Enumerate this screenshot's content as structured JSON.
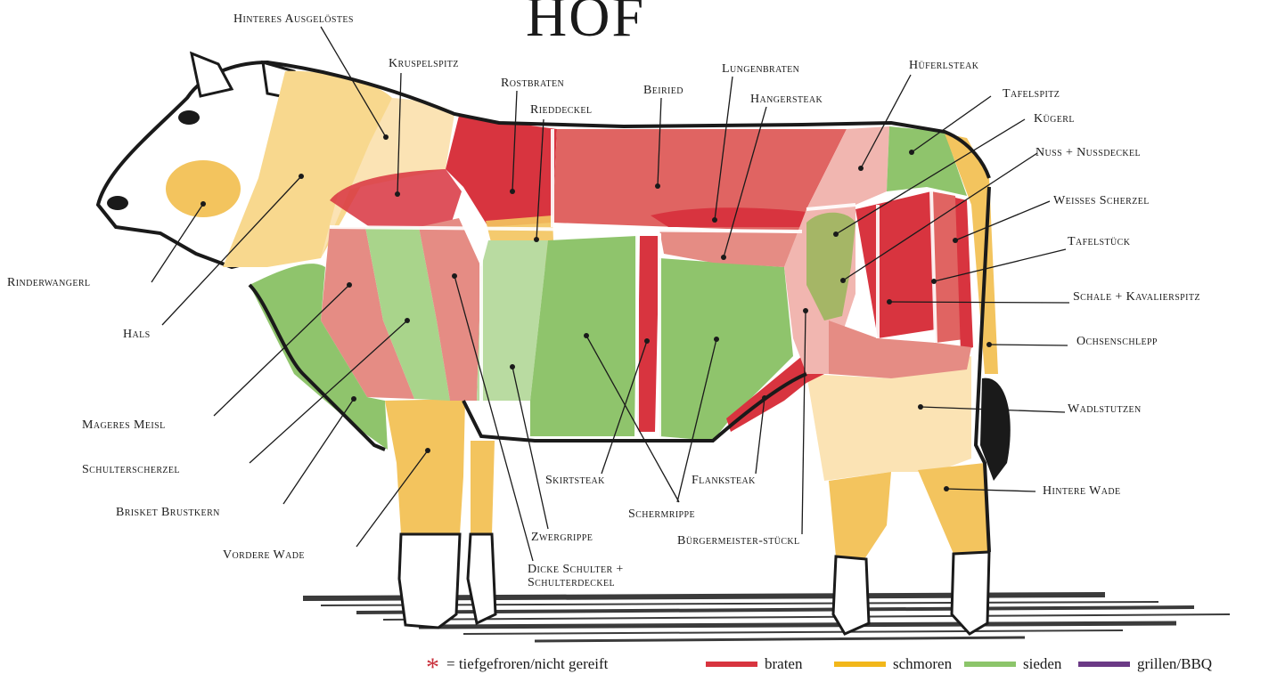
{
  "title": "HOF",
  "cuts": [
    {
      "id": "hinteres-ausgeloestes",
      "label": "Hinteres Ausgelöstes"
    },
    {
      "id": "kruspelspitz",
      "label": "Kruspelspitz"
    },
    {
      "id": "rostbraten",
      "label": "Rostbraten"
    },
    {
      "id": "rieddeckel",
      "label": "Rieddeckel"
    },
    {
      "id": "beiried",
      "label": "Beiried"
    },
    {
      "id": "lungenbraten",
      "label": "Lungenbraten"
    },
    {
      "id": "hangersteak",
      "label": "Hangersteak"
    },
    {
      "id": "hueferlsteak",
      "label": "Hüferlsteak"
    },
    {
      "id": "tafelspitz",
      "label": "Tafelspitz"
    },
    {
      "id": "kuegerl",
      "label": "Kügerl"
    },
    {
      "id": "nuss",
      "label": "Nuss + Nussdeckel"
    },
    {
      "id": "weisses-scherzel",
      "label": "Weißes Scherzel"
    },
    {
      "id": "tafelstueck",
      "label": "Tafelstück"
    },
    {
      "id": "schale",
      "label": "Schale + Kavalierspitz"
    },
    {
      "id": "ochsenschlepp",
      "label": "Ochsenschlepp"
    },
    {
      "id": "wadlstutzen",
      "label": "Wadlstutzen"
    },
    {
      "id": "hintere-wade",
      "label": "Hintere Wade"
    },
    {
      "id": "rinderwangerl",
      "label": "Rinderwangerl"
    },
    {
      "id": "hals",
      "label": "Hals"
    },
    {
      "id": "mageres-meisl",
      "label": "Mageres Meisl"
    },
    {
      "id": "schulterscherzel",
      "label": "Schulterscherzel"
    },
    {
      "id": "brisket",
      "label": "Brisket Brustkern"
    },
    {
      "id": "vordere-wade",
      "label": "Vordere Wade"
    },
    {
      "id": "skirtsteak",
      "label": "Skirtsteak"
    },
    {
      "id": "flanksteak",
      "label": "Flanksteak"
    },
    {
      "id": "schermrippe",
      "label": "Schermrippe"
    },
    {
      "id": "zwergrippe",
      "label": "Zwergrippe"
    },
    {
      "id": "buergermeister",
      "label": "Bürgermeister-stückl"
    },
    {
      "id": "dicke-schulter",
      "label": "Dicke Schulter + Schulterdeckel"
    }
  ],
  "legend": {
    "note": "= tiefgefroren/nicht gereift",
    "items": [
      {
        "label": "braten",
        "color": "#d8343f"
      },
      {
        "label": "schmoren",
        "color": "#f2b71a"
      },
      {
        "label": "sieden",
        "color": "#8cc56a"
      },
      {
        "label": "grillen/BBQ",
        "color": "#6b3a86"
      }
    ]
  },
  "colors": {
    "braten": "#d8343f",
    "braten_light": "#e06462",
    "rose": "#e58c84",
    "pink": "#f1b6b0",
    "yellow": "#f3c45e",
    "yellow_light": "#f8d88e",
    "cream": "#fbe3b4",
    "green": "#8fc46c",
    "green_light": "#b9dba1",
    "olive": "#a5b666",
    "outline": "#1a1a1a"
  }
}
